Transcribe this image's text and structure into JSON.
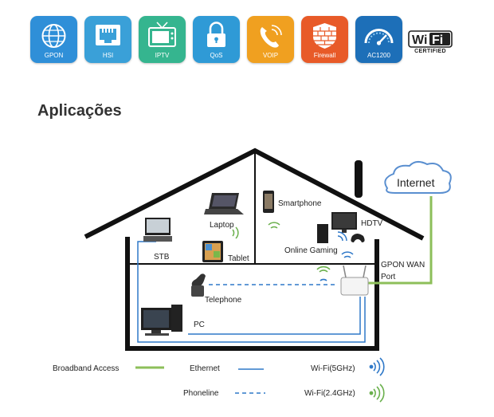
{
  "header": {
    "icons": [
      {
        "label": "GPON",
        "icon": "globe-icon",
        "color": "#2f8fd8"
      },
      {
        "label": "HSI",
        "icon": "ethernet-port-icon",
        "color": "#3aa0d8"
      },
      {
        "label": "IPTV",
        "icon": "tv-icon",
        "color": "#35b58f"
      },
      {
        "label": "QoS",
        "icon": "lock-icon",
        "color": "#2f9ad6"
      },
      {
        "label": "VOIP",
        "icon": "phone-icon",
        "color": "#f0a020"
      },
      {
        "label": "Firewall",
        "icon": "brick-wall-icon",
        "color": "#e85a28"
      },
      {
        "label": "AC1200",
        "icon": "speedometer-icon",
        "color": "#1d6fb8"
      }
    ],
    "wifi_badge": {
      "logo": "WiFi",
      "sub": "CERTIFIED"
    }
  },
  "title": "Aplicações",
  "diagram": {
    "internet": "Internet",
    "devices": {
      "laptop": "Laptop",
      "smartphone": "Smartphone",
      "hdtv": "HDTV",
      "stb": "STB",
      "tablet": "Tablet",
      "online_gaming": "Online Gaming",
      "gpon_wan": "GPON  WAN",
      "port": "Port",
      "telephone": "Telephone",
      "pc": "PC"
    }
  },
  "legend": {
    "broadband": "Broadband Access",
    "ethernet": "Ethernet",
    "phoneline": "Phoneline",
    "wifi5": "Wi-Fi(5GHz)",
    "wifi24": "Wi-Fi(2.4GHz)"
  },
  "colors": {
    "broadband": "#8dbf5a",
    "ethernet": "#2e78c8",
    "wifi5": "#2e78c8",
    "wifi24": "#6ab04c"
  }
}
